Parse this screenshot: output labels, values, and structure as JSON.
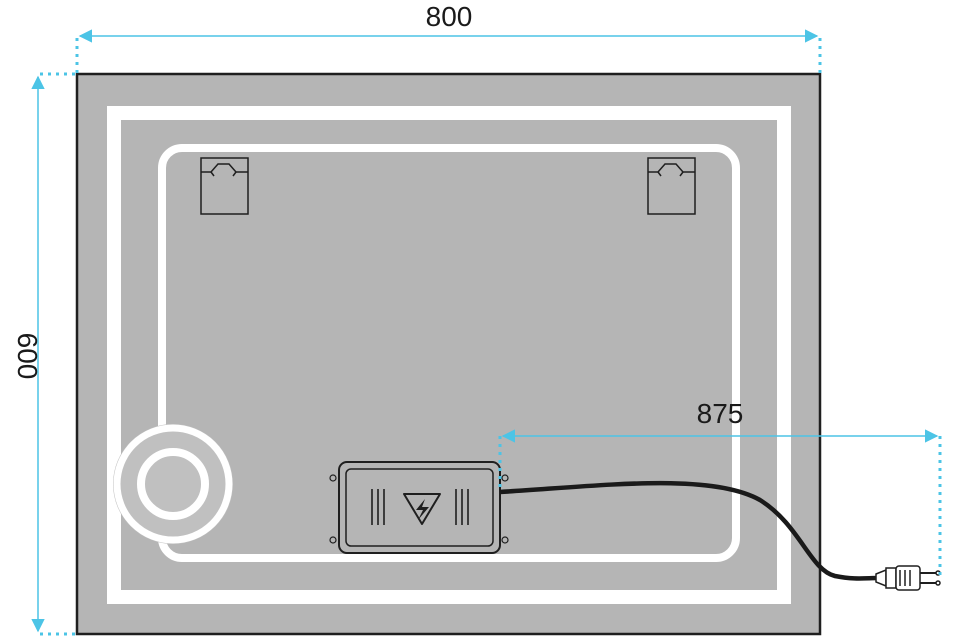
{
  "dimensions": {
    "width_label": "800",
    "height_label": "600",
    "cable_label": "875"
  },
  "colors": {
    "dimension_line": "#4cc4e6",
    "mirror_fill": "#b5b5b5",
    "frame_border": "#1f1f1f",
    "led_strip": "#ffffff",
    "cable": "#1a1a1a"
  },
  "parts": {
    "hangers": [
      "hanger-left-icon",
      "hanger-right-icon"
    ],
    "defogger": "defogger-ring-icon",
    "driver": "power-supply-box-icon",
    "warning": "electric-warning-icon",
    "plug": "plug-icon"
  }
}
